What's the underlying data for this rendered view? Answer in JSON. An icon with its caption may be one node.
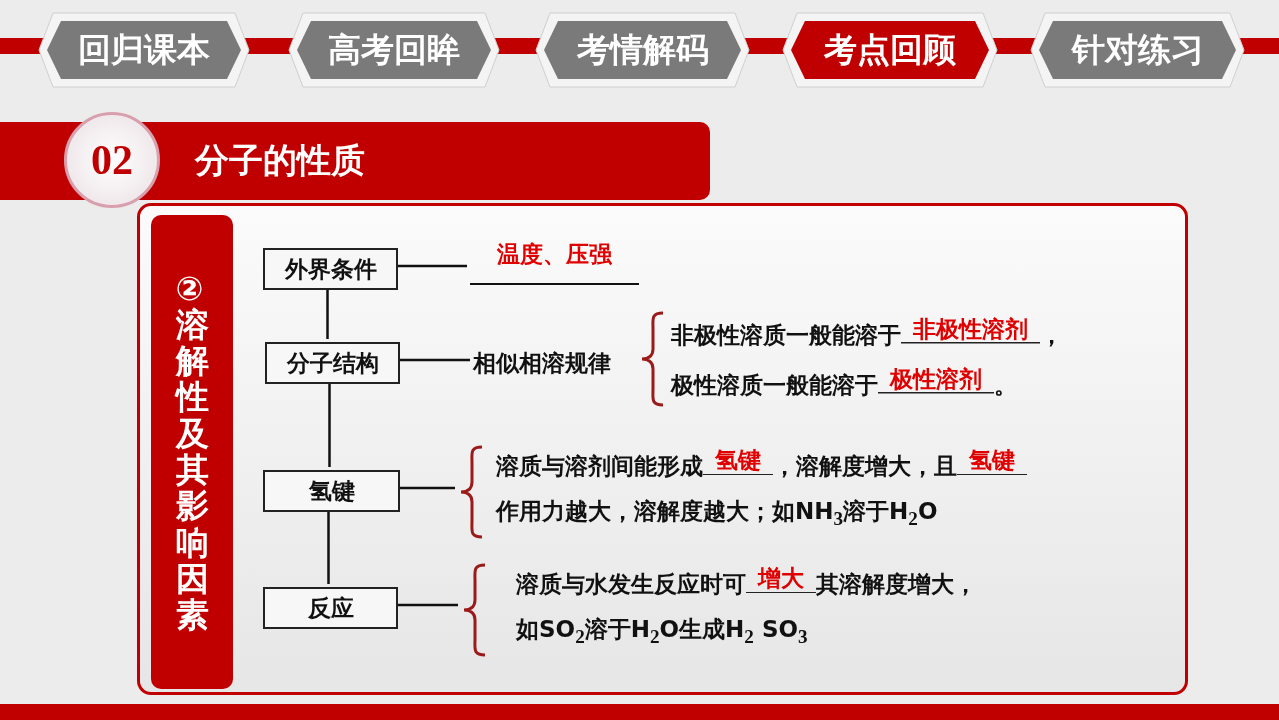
{
  "diagram": {
    "nodes": [
      {
        "text": [
          "回归课本"
        ]
      },
      {
        "text": [
          "高考回眸"
        ]
      },
      {
        "text": [
          "考情解码"
        ]
      },
      {
        "text": [
          "考点回顾"
        ]
      },
      {
        "text": [
          "针对练习"
        ]
      },
      {
        "text": [
          "02"
        ]
      },
      {
        "text": [
          "分子的性质"
        ]
      },
      {
        "text": [],
        "shape": "box"
      },
      {
        "text": [
          "②溶解性及其影响因素"
        ],
        "in": 7
      },
      {
        "text": [
          "外界条件"
        ],
        "in": 7
      },
      {
        "text": [
          "分子结构"
        ],
        "in": 7
      },
      {
        "text": [
          "氢键"
        ],
        "in": 7
      },
      {
        "text": [
          "反应"
        ],
        "in": 7
      },
      {
        "text": [
          "温度、压强"
        ],
        "in": 7
      },
      {
        "text": [
          "相似相溶规律"
        ],
        "in": 7
      },
      {
        "text": [
          "非极性溶质一般能溶于",
          "非极性溶剂",
          "，",
          "极性溶质一般能溶于",
          "极性溶剂",
          "。"
        ],
        "in": 7
      },
      {
        "text": [
          "溶质与溶剂间能形成",
          "氢键",
          "，溶解度增大，且",
          "氢键",
          "作用力越大，溶解度越大；如NH$_{3}$溶于H$_{2}$O"
        ],
        "in": 7
      },
      {
        "text": [
          "溶质与水发生反应时可",
          "增大",
          "其溶解度增大，",
          "如SO$_{2}$溶于H$_{2}$O生成H$_{2}$ SO$_{3}$"
        ],
        "in": 7
      }
    ],
    "edges": [
      {
        "from": 9,
        "to": 10,
        "arrow": "none"
      },
      {
        "from": 10,
        "to": 11,
        "arrow": "none"
      },
      {
        "from": 11,
        "to": 12,
        "arrow": "none"
      },
      {
        "from": 9,
        "to": 13,
        "arrow": "none"
      },
      {
        "from": 10,
        "to": 14,
        "arrow": "none"
      },
      {
        "from": 11,
        "to": 16,
        "arrow": "none"
      },
      {
        "from": 12,
        "to": 17,
        "arrow": "none"
      }
    ]
  }
}
